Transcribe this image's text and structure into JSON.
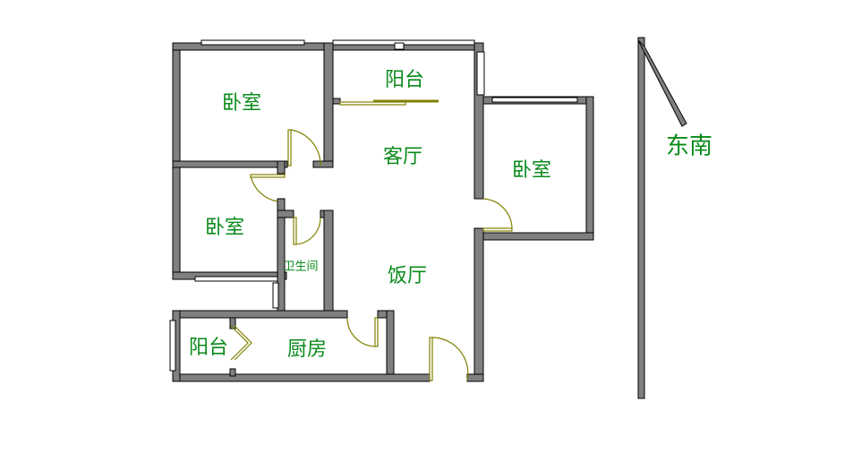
{
  "rooms": {
    "bedroom_nw": "卧室",
    "balcony_n": "阳台",
    "living_room": "客厅",
    "bedroom_e": "卧室",
    "bedroom_w": "卧室",
    "bathroom": "卫生间",
    "dining_room": "饭厅",
    "balcony_s": "阳台",
    "kitchen": "厨房"
  },
  "compass": {
    "direction": "东南"
  },
  "colors": {
    "wall": "#808080",
    "door": "#808000",
    "text": "#0a8a1a"
  }
}
